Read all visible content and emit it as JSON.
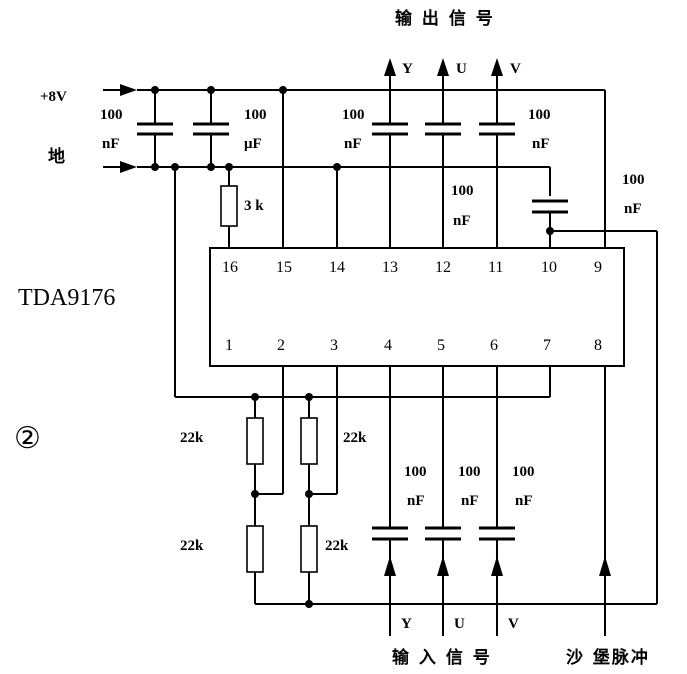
{
  "title": "TDA9176",
  "figure_number": "②",
  "supply": {
    "plus8v": "+8V",
    "ground": "地"
  },
  "headings": {
    "output_signal": "输 出 信 号",
    "input_signal": "输 入 信 号",
    "sandcastle_pulse": "沙 堡脉冲"
  },
  "outputs": [
    "Y",
    "U",
    "V"
  ],
  "inputs": [
    "Y",
    "U",
    "V"
  ],
  "pins_top": [
    "16",
    "15",
    "14",
    "13",
    "12",
    "11",
    "10",
    "9"
  ],
  "pins_bottom": [
    "1",
    "2",
    "3",
    "4",
    "5",
    "6",
    "7",
    "8"
  ],
  "components": {
    "c_supply_left": [
      "100",
      "nF"
    ],
    "c_supply_right": [
      "100",
      "μF"
    ],
    "c_out_y": [
      "100",
      "nF"
    ],
    "c_out_u": [
      "100",
      "nF"
    ],
    "c_out_v": [
      "100",
      "nF"
    ],
    "c_pin12": [
      "100",
      "nF"
    ],
    "c_pin9": [
      "100",
      "nF"
    ],
    "c_in_y": [
      "100",
      "nF"
    ],
    "c_in_u": [
      "100",
      "nF"
    ],
    "c_in_v": [
      "100",
      "nF"
    ],
    "r_pin16": "3 k",
    "r_upper_left": "22k",
    "r_upper_right": "22k",
    "r_lower_left": "22k",
    "r_lower_right": "22k"
  }
}
